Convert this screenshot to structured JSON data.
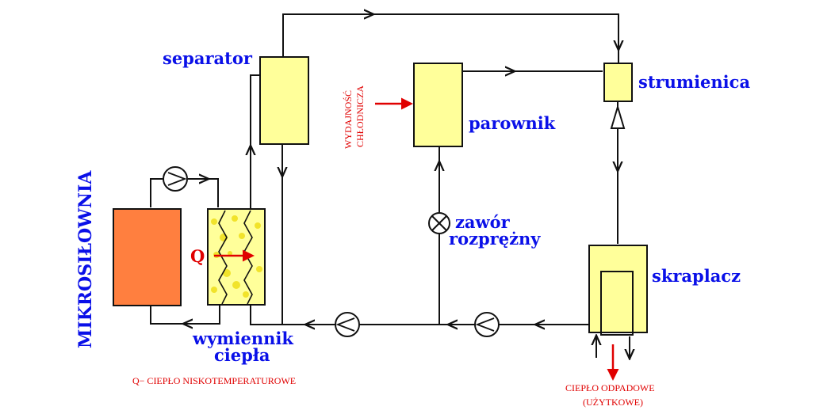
{
  "labels": {
    "microplant": "MIKROSIŁOWNIA",
    "separator": "separator",
    "cooling_capacity_line1": "WYDAJNOŚĆ",
    "cooling_capacity_line2": "CHŁODNICZA",
    "evaporator": "parownik",
    "ejector": "strumienica",
    "expansion_valve_line1": "zawór",
    "expansion_valve_line2": "rozprężny",
    "condenser": "skraplacz",
    "heat_exchanger_line1": "wymiennik",
    "heat_exchanger_line2": "ciepła",
    "q_symbol": "Q",
    "q_legend": "Q− CIEPŁO NISKOTEMPERATUROWE",
    "waste_heat_line1": "CIEPŁO ODPADOWE",
    "waste_heat_line2": "(UŻYTKOWE)"
  },
  "colors": {
    "component_fill": "#ffff9a",
    "microplant_fill": "#ff7f3f",
    "exchanger_pattern": "#f0e020",
    "label_blue": "#0a10e8",
    "label_red": "#e00000",
    "pipe": "#111111"
  }
}
